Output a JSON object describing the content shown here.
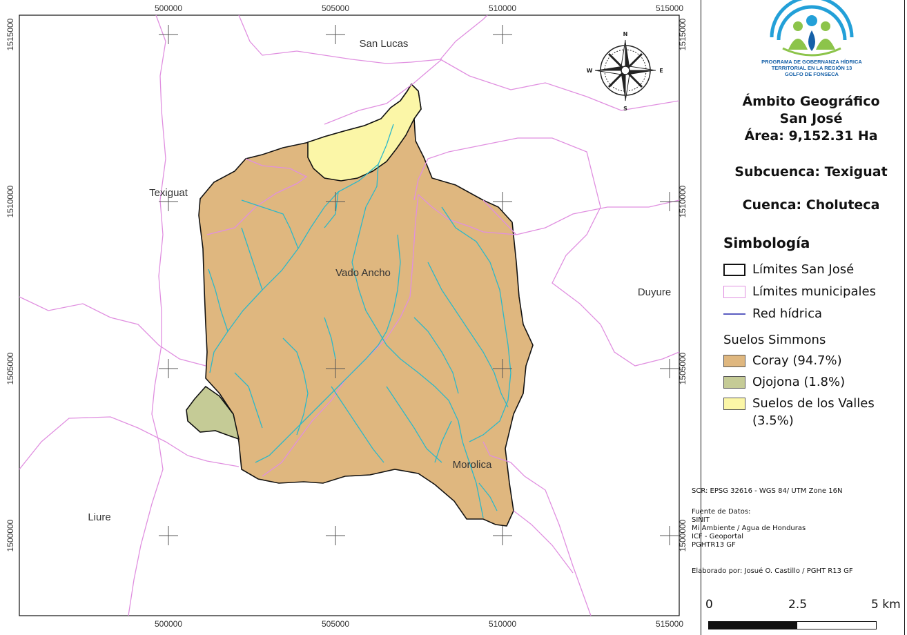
{
  "map": {
    "x_ticks": [
      "500000",
      "505000",
      "510000",
      "515000"
    ],
    "y_ticks": [
      "1515000",
      "1510000",
      "1505000",
      "1500000"
    ],
    "places": [
      "San Lucas",
      "Texiguat",
      "Vado Ancho",
      "Duyure",
      "Morolica",
      "Liure"
    ],
    "compass": {
      "n": "N",
      "s": "S",
      "e": "E",
      "w": "W"
    },
    "colors": {
      "coray": "#dfb77f",
      "ojojona": "#c5cb96",
      "valles": "#fbf6a7",
      "municipal": "#e08fe0",
      "river": "#2bb8c9",
      "boundary": "#111111"
    }
  },
  "panel": {
    "logo_text": [
      "PROGRAMA DE GOBERNANZA HÍDRICA",
      "TERRITORIAL EN LA REGIÓN 13",
      "GOLFO DE FONSECA"
    ],
    "title1": "Ámbito Geográfico",
    "title2": "San José",
    "area": "Área: 9,152.31 Ha",
    "subcuenca": "Subcuenca: Texiguat",
    "cuenca": "Cuenca: Choluteca",
    "legend_title": "Simbología",
    "legend_items": [
      "Límites San José",
      "Límites municipales",
      "Red hídrica"
    ],
    "suelos_title": "Suelos Simmons",
    "suelos": [
      "Coray (94.7%)",
      "Ojojona (1.8%)",
      "Suelos de los Valles",
      "(3.5%)"
    ],
    "scr": "SCR: EPSG 32616 - WGS 84/ UTM Zone 16N",
    "fuente_title": "Fuente de Datos:",
    "fuente": [
      "SINIT",
      "Mi Ambiente / Agua de Honduras",
      "ICF - Geoportal",
      "PGHTR13 GF"
    ],
    "elaborado": "Elaborado por: Josué O. Castillo / PGHT R13 GF",
    "scale_labels": [
      "0",
      "2.5",
      "5 km"
    ]
  }
}
